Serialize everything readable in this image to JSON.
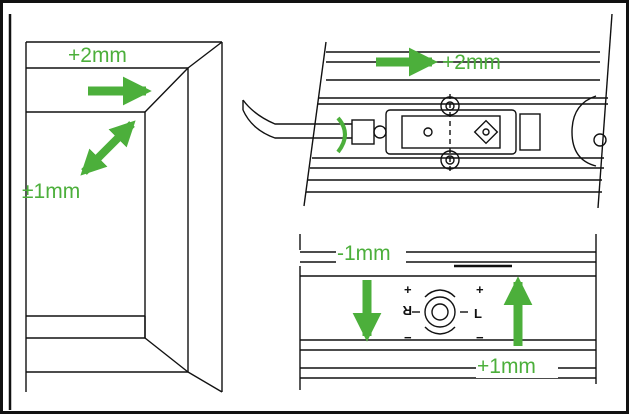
{
  "colors": {
    "accent_green": "#4caf3b",
    "line": "#111111",
    "background": "#ffffff"
  },
  "labels": {
    "frame_top": "+2mm",
    "frame_diag": "±1mm",
    "hinge_top": "+2mm",
    "panel_left": "-1mm",
    "panel_right": "+1mm"
  },
  "adjuster": {
    "left_letter": "R",
    "right_letter": "L",
    "plus": "+",
    "minus": "−"
  }
}
